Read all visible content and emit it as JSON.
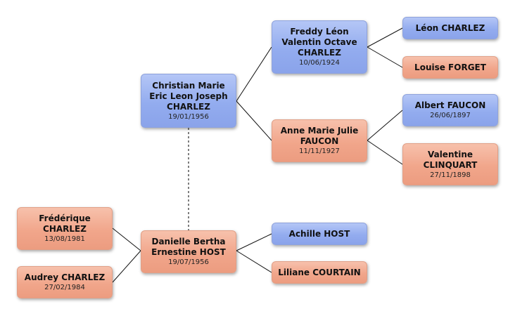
{
  "people": {
    "christian": {
      "name": "Christian Marie Eric Leon Joseph CHARLEZ",
      "date": "19/01/1956",
      "gender": "male"
    },
    "freddy": {
      "name": "Freddy Léon Valentin Octave CHARLEZ",
      "date": "10/06/1924",
      "gender": "male"
    },
    "anne": {
      "name": "Anne Marie Julie FAUCON",
      "date": "11/11/1927",
      "gender": "female"
    },
    "leon": {
      "name": "Léon CHARLEZ",
      "date": "",
      "gender": "male"
    },
    "louise": {
      "name": "Louise FORGET",
      "date": "",
      "gender": "female"
    },
    "albert": {
      "name": "Albert FAUCON",
      "date": "26/06/1897",
      "gender": "male"
    },
    "valentine": {
      "name": "Valentine CLINQUART",
      "date": "27/11/1898",
      "gender": "female"
    },
    "danielle": {
      "name": "Danielle Bertha Ernestine HOST",
      "date": "19/07/1956",
      "gender": "female"
    },
    "achille": {
      "name": "Achille HOST",
      "date": "",
      "gender": "male"
    },
    "liliane": {
      "name": "Liliane COURTAIN",
      "date": "",
      "gender": "female"
    },
    "frederique": {
      "name": "Frédérique CHARLEZ",
      "date": "13/08/1981",
      "gender": "female"
    },
    "audrey": {
      "name": "Audrey CHARLEZ",
      "date": "27/02/1984",
      "gender": "female"
    }
  },
  "colors": {
    "male_fill": "#93acef",
    "female_fill": "#f1a68b",
    "line": "#111111",
    "marriage_line": "#555555"
  }
}
